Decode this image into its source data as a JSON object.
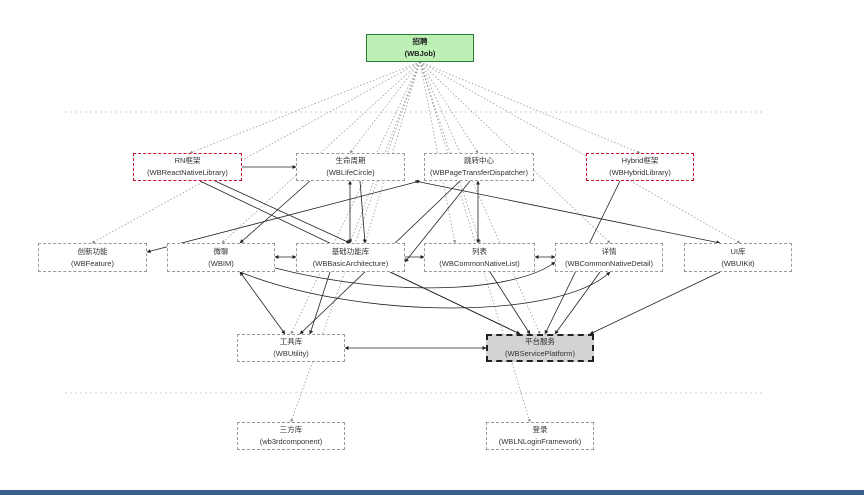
{
  "colors": {
    "root_fill": "#bdf0b5",
    "root_border": "#2e7d32",
    "highlight_border": "#c8102e",
    "platform_fill": "#d3d3d3",
    "bottom_bar": "#3a5f8f"
  },
  "nodes": {
    "job": {
      "title": "招聘",
      "module": "(WBJob)"
    },
    "rn": {
      "title": "RN框架",
      "module": "(WBReactNativeLibrary)"
    },
    "life": {
      "title": "生命周期",
      "module": "(WBLifeCircle)"
    },
    "transfer": {
      "title": "跳转中心",
      "module": "(WBPageTransferDispatcher)"
    },
    "hybrid": {
      "title": "Hybrid框架",
      "module": "(WBHybridLibrary)"
    },
    "feature": {
      "title": "创新功能",
      "module": "(WBFeature)"
    },
    "im": {
      "title": "微聊",
      "module": "(WBIM)"
    },
    "basic": {
      "title": "基础功能库",
      "module": "(WBBasicArchitecture)"
    },
    "list": {
      "title": "列表",
      "module": "(WBCommonNativeList)"
    },
    "detail": {
      "title": "详情",
      "module": "(WBCommonNativeDetail)"
    },
    "uikit": {
      "title": "UI库",
      "module": "(WBUIKit)"
    },
    "utility": {
      "title": "工具库",
      "module": "(WBUtility)"
    },
    "platform": {
      "title": "平台服务",
      "module": "(WBServicePlatform)"
    },
    "thirdparty": {
      "title": "三方库",
      "module": "(wb3rdcomponent)"
    },
    "login": {
      "title": "登录",
      "module": "(WBLNLoginFramework)"
    }
  }
}
